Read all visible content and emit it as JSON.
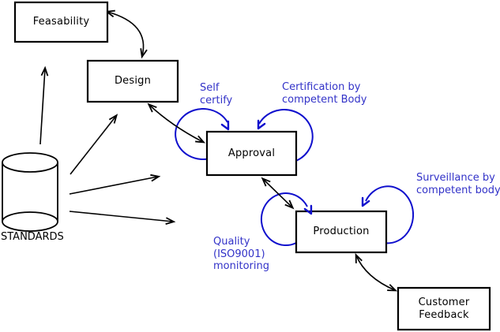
{
  "colors": {
    "line": "#000000",
    "box_fill": "#ffffff",
    "loop_blue": "#0f0fcd",
    "text_blue": "#3232c8"
  },
  "nodes": {
    "feasability": {
      "label": "Feasability"
    },
    "design": {
      "label": "Design"
    },
    "approval": {
      "label": "Approval"
    },
    "production": {
      "label": "Production"
    },
    "customer_feedback": {
      "lines": [
        "Customer",
        "Feedback"
      ]
    }
  },
  "datastore": {
    "label": "STANDARDS"
  },
  "annotations": {
    "self_certify": {
      "lines": [
        "Self",
        "certify"
      ]
    },
    "certification": {
      "lines": [
        "Certification by",
        "competent Body"
      ]
    },
    "surveillance": {
      "lines": [
        "Surveillance by",
        "competent body"
      ]
    },
    "quality": {
      "lines": [
        "Quality",
        "(ISO9001)",
        "monitoring"
      ]
    }
  }
}
